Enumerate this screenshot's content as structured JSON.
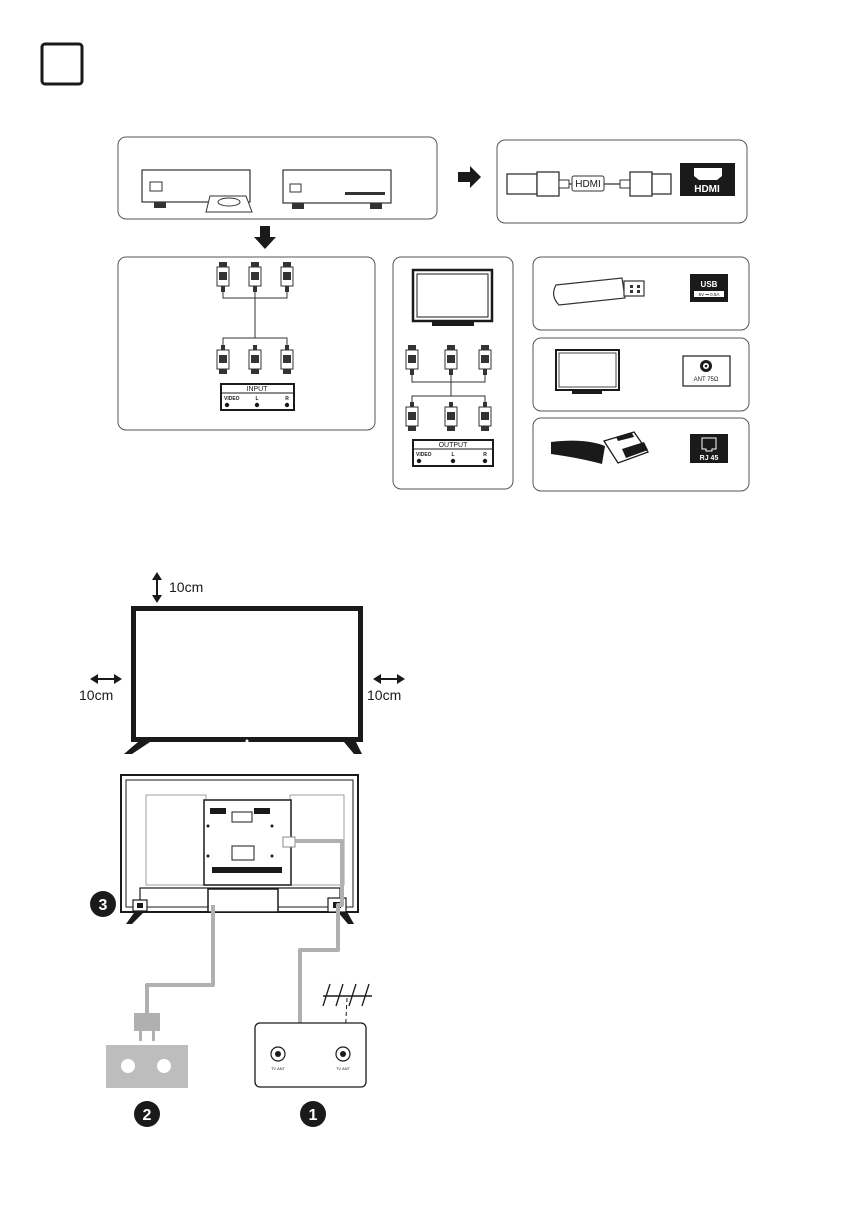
{
  "connectors": {
    "hdmi_cable_label": "HDMI",
    "hdmi_port_label": "HDMI",
    "usb_port_label": "USB",
    "usb_port_sublabel": "5V ⎓ 0.5A",
    "ant_port_label": "ANT 75Ω",
    "rj45_port_label": "RJ 45"
  },
  "av_input_panel": {
    "title": "INPUT",
    "ports": [
      "VIDEO",
      "L",
      "R"
    ]
  },
  "av_output_panel": {
    "title": "OUTPUT",
    "ports": [
      "VIDEO",
      "L",
      "R"
    ]
  },
  "clearance": {
    "top": "10cm",
    "left": "10cm",
    "right": "10cm"
  },
  "steps": {
    "antenna": "1",
    "power": "2",
    "power_switch": "3"
  },
  "wall_plate": {
    "port_left": "TV ANT",
    "port_right": "TV ANT"
  }
}
